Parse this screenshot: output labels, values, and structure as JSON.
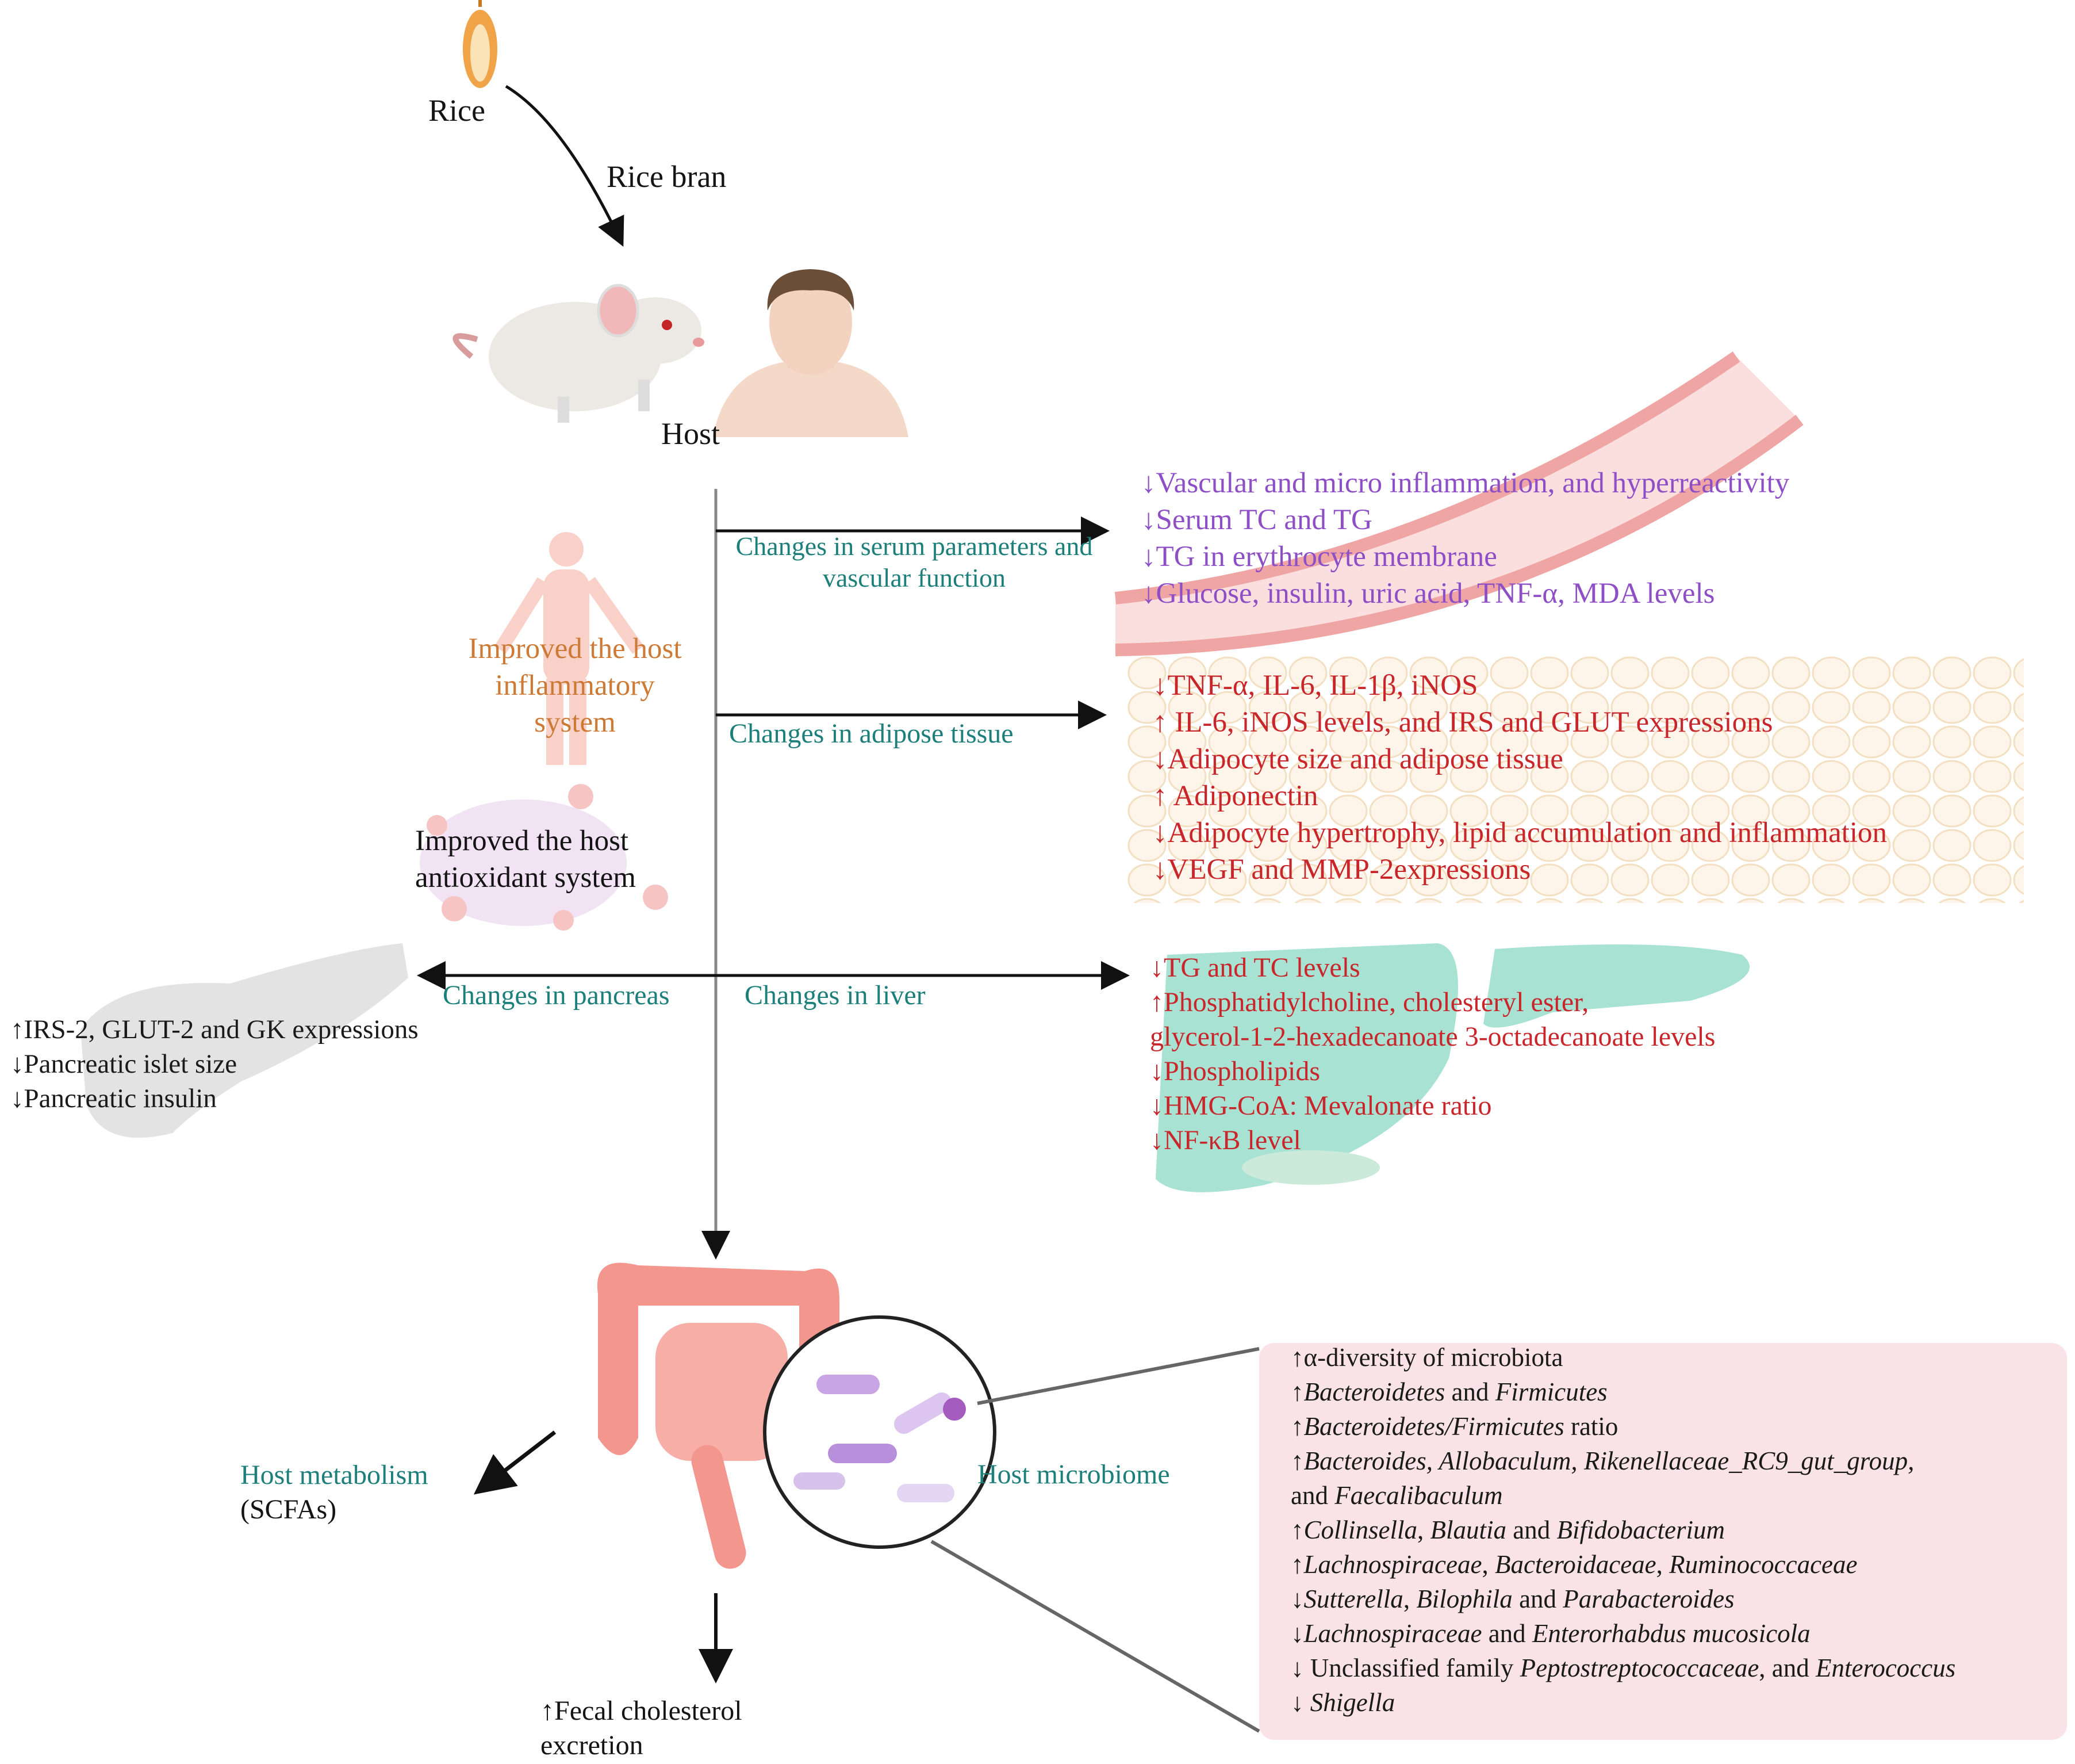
{
  "rice": {
    "label": "Rice"
  },
  "rice_bran": {
    "label": "Rice bran"
  },
  "host": {
    "label": "Host"
  },
  "serum": {
    "label_line1": "Changes in serum parameters and",
    "label_line2": "vascular function",
    "effects": [
      "↓Vascular and micro inflammation, and hyperreactivity",
      "↓Serum TC and TG",
      "↓TG in erythrocyte membrane",
      "↓Glucose, insulin, uric acid, TNF-α, MDA levels"
    ]
  },
  "inflammatory": {
    "line1": "Improved the host",
    "line2": "inflammatory",
    "line3": "system"
  },
  "adipose": {
    "label": "Changes in adipose tissue",
    "effects": [
      "↓TNF-α, IL-6, IL-1β, iNOS",
      "↑ IL-6, iNOS levels, and IRS and GLUT expressions",
      "↓Adipocyte size and adipose tissue",
      "↑ Adiponectin",
      "↓Adipocyte hypertrophy, lipid accumulation and inflammation",
      "↓VEGF and MMP-2expressions"
    ]
  },
  "antioxidant": {
    "line1": "Improved the host",
    "line2": "antioxidant system"
  },
  "pancreas": {
    "label": "Changes in pancreas",
    "effects": [
      "↑IRS-2, GLUT-2 and GK expressions",
      "↓Pancreatic islet size",
      "↓Pancreatic insulin"
    ]
  },
  "liver": {
    "label": "Changes in liver",
    "effects": [
      "↓TG and TC levels",
      "↑Phosphatidylcholine, cholesteryl ester,",
      "glycerol-1-2-hexadecanoate 3-octadecanoate levels",
      "↓Phospholipids",
      "↓HMG-CoA: Mevalonate ratio",
      "↓NF-κB level"
    ]
  },
  "metabolism": {
    "line1": "Host metabolism",
    "line2": "(SCFAs)"
  },
  "fecal": {
    "line1": "↑Fecal cholesterol",
    "line2": "excretion"
  },
  "microbiome": {
    "label": "Host microbiome",
    "items": {
      "r1": "↑α-diversity of microbiota",
      "r2a": "↑",
      "r2b": "Bacteroidetes",
      "r2c": " and ",
      "r2d": "Firmicutes",
      "r3a": "↑",
      "r3b": "Bacteroidetes/Firmicutes",
      "r3c": " ratio",
      "r4a": "↑",
      "r4b": "Bacteroides, Allobaculum, Rikenellaceae_RC9_gut_group,",
      "r5a": "and ",
      "r5b": "Faecalibaculum",
      "r6a": "↑",
      "r6b": "Collinsella",
      "r6c": ", ",
      "r6d": "Blautia",
      "r6e": " and ",
      "r6f": "Bifidobacterium",
      "r7a": "↑",
      "r7b": "Lachnospiraceae",
      "r7c": ", ",
      "r7d": "Bacteroidaceae",
      "r7e": ", ",
      "r7f": "Ruminococcaceae",
      "r8a": "↓",
      "r8b": "Sutterella",
      "r8c": ", ",
      "r8d": "Bilophila",
      "r8e": " and ",
      "r8f": "Parabacteroides",
      "r9a": "↓",
      "r9b": "Lachnospiraceae",
      "r9c": " and ",
      "r9d": "Enterorhabdus mucosicola",
      "r10a": "↓ ",
      "r10b": "Unclassified family ",
      "r10c": "Peptostreptococcaceae",
      "r10d": ", and ",
      "r10e": "Enterococcus",
      "r11a": "↓ ",
      "r11b": "Shigella"
    }
  }
}
